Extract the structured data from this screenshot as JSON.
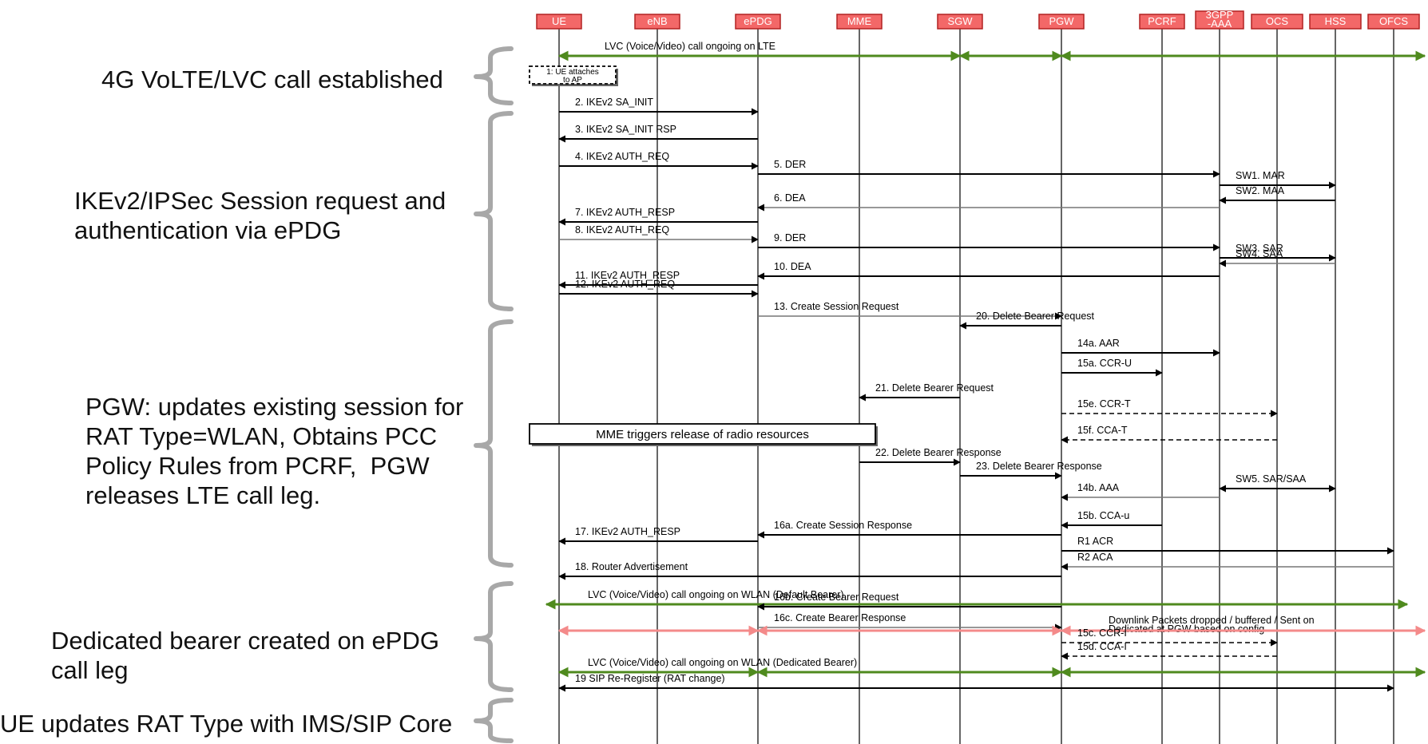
{
  "entities": [
    {
      "id": "ue",
      "label": [
        "UE"
      ]
    },
    {
      "id": "enb",
      "label": [
        "eNB"
      ]
    },
    {
      "id": "epdg",
      "label": [
        "ePDG"
      ]
    },
    {
      "id": "mme",
      "label": [
        "MME"
      ]
    },
    {
      "id": "sgw",
      "label": [
        "SGW"
      ]
    },
    {
      "id": "pgw",
      "label": [
        "PGW"
      ]
    },
    {
      "id": "pcrf",
      "label": [
        "PCRF"
      ]
    },
    {
      "id": "aaa",
      "label": [
        "3GPP",
        "-AAA"
      ]
    },
    {
      "id": "ocs",
      "label": [
        "OCS"
      ]
    },
    {
      "id": "hss",
      "label": [
        "HSS"
      ]
    },
    {
      "id": "ofcs",
      "label": [
        "OFCS"
      ]
    }
  ],
  "phases": [
    {
      "id": "volte",
      "text": "4G VoLTE/LVC call established"
    },
    {
      "id": "ikev2",
      "text": "IKEv2/IPSec Session request and\nauthentication via ePDG"
    },
    {
      "id": "pgw-update",
      "text": "PGW: updates existing session for\nRAT Type=WLAN, Obtains PCC\nPolicy Rules from PCRF,  PGW\nreleases LTE call leg."
    },
    {
      "id": "dedicated",
      "text": "Dedicated bearer created on ePDG\ncall leg"
    },
    {
      "id": "rat-update",
      "text": "UE updates RAT Type with IMS/SIP Core"
    }
  ],
  "notes": [
    {
      "id": "ue-attaches",
      "text": [
        "1: UE attaches",
        "to AP"
      ]
    },
    {
      "id": "mme-release",
      "text": [
        "MME triggers release of radio resources"
      ]
    },
    {
      "id": "downlink-note",
      "text": [
        "Downlink Packets dropped / buffered / Sent on",
        "Dedicated at PGW based on config"
      ]
    }
  ],
  "messages": [
    {
      "label": "LVC (Voice/Video) call ongoing on LTE",
      "from": "ue",
      "to": "ofcs",
      "style": "green",
      "bidir": true,
      "segments": [
        "ue",
        "sgw",
        "pgw",
        "ofcs"
      ]
    },
    {
      "label": "2. IKEv2 SA_INIT",
      "from": "ue",
      "to": "epdg",
      "style": "solid"
    },
    {
      "label": "3. IKEv2 SA_INIT RSP",
      "from": "epdg",
      "to": "ue",
      "style": "solid"
    },
    {
      "label": "4. IKEv2 AUTH_REQ",
      "from": "ue",
      "to": "epdg",
      "style": "solid"
    },
    {
      "label": "5. DER",
      "from": "epdg",
      "to": "aaa",
      "style": "solid"
    },
    {
      "label": "SW1. MAR",
      "from": "aaa",
      "to": "hss",
      "style": "solid"
    },
    {
      "label": "SW2. MAA",
      "from": "hss",
      "to": "aaa",
      "style": "solid"
    },
    {
      "label": "6. DEA",
      "from": "aaa",
      "to": "epdg",
      "style": "thin"
    },
    {
      "label": "7. IKEv2 AUTH_RESP",
      "from": "epdg",
      "to": "ue",
      "style": "solid"
    },
    {
      "label": "8. IKEv2 AUTH_REQ",
      "from": "ue",
      "to": "epdg",
      "style": "thin"
    },
    {
      "label": "9. DER",
      "from": "epdg",
      "to": "aaa",
      "style": "solid"
    },
    {
      "label": "SW3. SAR",
      "from": "aaa",
      "to": "hss",
      "style": "solid"
    },
    {
      "label": "SW4. SAA",
      "from": "hss",
      "to": "aaa",
      "style": "thin"
    },
    {
      "label": "10. DEA",
      "from": "aaa",
      "to": "epdg",
      "style": "solid"
    },
    {
      "label": "11. IKEv2 AUTH_RESP",
      "from": "epdg",
      "to": "ue",
      "style": "solid"
    },
    {
      "label": "12. IKEv2 AUTH_REQ",
      "from": "ue",
      "to": "epdg",
      "style": "solid"
    },
    {
      "label": "13. Create Session Request",
      "from": "epdg",
      "to": "pgw",
      "style": "thin"
    },
    {
      "label": "20. Delete Bearer Request",
      "from": "pgw",
      "to": "sgw",
      "style": "solid"
    },
    {
      "label": "14a. AAR",
      "from": "pgw",
      "to": "aaa",
      "style": "solid"
    },
    {
      "label": "15a. CCR-U",
      "from": "pgw",
      "to": "pcrf",
      "style": "solid"
    },
    {
      "label": "21. Delete Bearer Request",
      "from": "sgw",
      "to": "mme",
      "style": "solid"
    },
    {
      "label": "15e. CCR-T",
      "from": "pgw",
      "to": "ocs",
      "style": "dashed"
    },
    {
      "label": "15f. CCA-T",
      "from": "ocs",
      "to": "pgw",
      "style": "dashed"
    },
    {
      "label": "22. Delete Bearer Response",
      "from": "mme",
      "to": "sgw",
      "style": "solid"
    },
    {
      "label": "23. Delete Bearer Response",
      "from": "sgw",
      "to": "pgw",
      "style": "solid"
    },
    {
      "label": "SW5. SAR/SAA",
      "from": "aaa",
      "to": "hss",
      "style": "solid",
      "bidir": true
    },
    {
      "label": "14b. AAA",
      "from": "aaa",
      "to": "pgw",
      "style": "thin"
    },
    {
      "label": "15b. CCA-u",
      "from": "pcrf",
      "to": "pgw",
      "style": "solid"
    },
    {
      "label": "16a. Create Session Response",
      "from": "pgw",
      "to": "epdg",
      "style": "solid"
    },
    {
      "label": "17. IKEv2 AUTH_RESP",
      "from": "epdg",
      "to": "ue",
      "style": "solid"
    },
    {
      "label": "R1 ACR",
      "from": "pgw",
      "to": "ofcs",
      "style": "solid"
    },
    {
      "label": "R2 ACA",
      "from": "ofcs",
      "to": "pgw",
      "style": "thin"
    },
    {
      "label": "18. Router Advertisement",
      "from": "pgw",
      "to": "ue",
      "style": "solid"
    },
    {
      "label": "LVC (Voice/Video) call ongoing on WLAN (Default Bearer)",
      "from": "ue",
      "to": "ofcs",
      "style": "green",
      "bidir": true,
      "segments": [
        "ue",
        "ofcs"
      ]
    },
    {
      "label": "16b. Create Bearer Request",
      "from": "pgw",
      "to": "epdg",
      "style": "solid"
    },
    {
      "label": "16c. Create Bearer Response",
      "from": "epdg",
      "to": "pgw",
      "style": "thin"
    },
    {
      "label": "",
      "from": "ue",
      "to": "ofcs",
      "style": "pink",
      "bidir": true,
      "segments": [
        "ue",
        "epdg",
        "pgw",
        "ofcs"
      ]
    },
    {
      "label": "15c. CCR-I",
      "from": "pgw",
      "to": "ocs",
      "style": "dashed"
    },
    {
      "label": "15d. CCA-I",
      "from": "ocs",
      "to": "pgw",
      "style": "dashed"
    },
    {
      "label": "LVC (Voice/Video) call ongoing on WLAN (Dedicated Bearer)",
      "from": "ue",
      "to": "ofcs",
      "style": "green",
      "bidir": true,
      "segments": [
        "ue",
        "epdg",
        "pgw",
        "ofcs"
      ]
    },
    {
      "label": "19 SIP Re-Register (RAT change)",
      "from": "ue",
      "to": "ofcs",
      "style": "solid",
      "bidir": true
    }
  ]
}
